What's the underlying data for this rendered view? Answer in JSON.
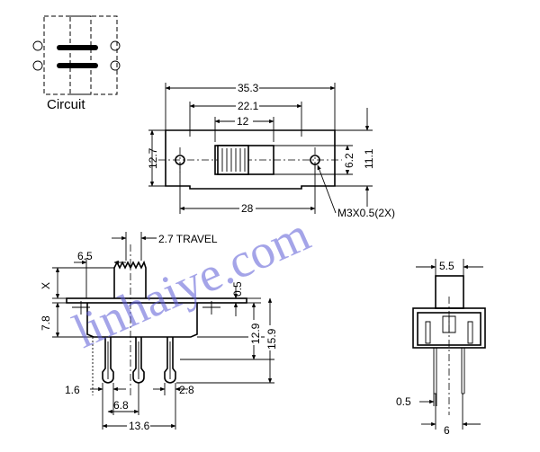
{
  "circuit": {
    "label": "Circuit"
  },
  "top_view": {
    "overall_length": "35.3",
    "hole_spacing_outer": "22.1",
    "slider_width": "12",
    "height": "12.7",
    "inner_height": "6.2",
    "body_height": "11.1",
    "mount_spacing": "28",
    "screw_note": "M3X0.5(2X)"
  },
  "side_view": {
    "travel": "2.7 TRAVEL",
    "knob_offset": "6.5",
    "knob_height": "X",
    "plate_thickness": "0.5",
    "body_height": "7.8",
    "pin_length": "12.9",
    "total_height": "15.9",
    "pin_width": "1.6",
    "pin_pitch": "6.8",
    "pin_gap": "2.8",
    "base_width": "13.6"
  },
  "end_view": {
    "knob_width": "5.5",
    "pin_thickness": "0.5",
    "pin_spacing": "6"
  },
  "watermark": {
    "text": "linhaiye.com"
  }
}
